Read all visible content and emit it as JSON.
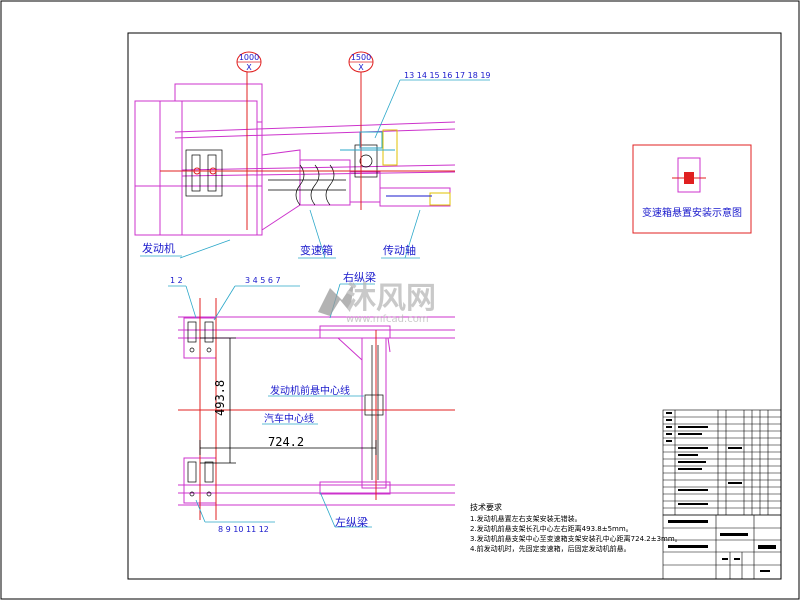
{
  "bubbles": [
    {
      "value": "1000",
      "sub": "X"
    },
    {
      "value": "1500",
      "sub": "X"
    }
  ],
  "part_numbers": {
    "top_right": "13 14 15 16 17 18 19",
    "mid_left": "1 2",
    "mid_right": "3 4 5 6 7",
    "bottom": "8 9 10 11 12"
  },
  "labels": {
    "engine": "发动机",
    "gearbox": "变速箱",
    "driveshaft": "传动轴",
    "right_rail": "右纵梁",
    "left_rail": "左纵梁",
    "engine_centerline": "发动机前悬中心线",
    "vehicle_centerline": "汽车中心线",
    "inset_caption": "变速箱悬置安装示意图"
  },
  "dimensions": {
    "vertical": "493.8",
    "horizontal": "724.2"
  },
  "notes": {
    "title": "技术要求",
    "items": [
      "1.发动机悬置左右支架安装无错装。",
      "2.发动机前悬支架长孔中心左右距离493.8±5mm。",
      "3.发动机前悬支架中心至变速箱支架安装孔中心距离724.2±3mm。",
      "4.前发动机时，先固定变速箱，后固定发动机前悬。"
    ]
  },
  "watermark": {
    "brand": "沐风网",
    "url": "www.mfcad.com"
  },
  "colors": {
    "frame": "#000000",
    "magenta": "#cc33cc",
    "blue": "#1a1acc",
    "red": "#e02020",
    "yellow": "#e0c000",
    "cyan": "#2aa7c9"
  }
}
